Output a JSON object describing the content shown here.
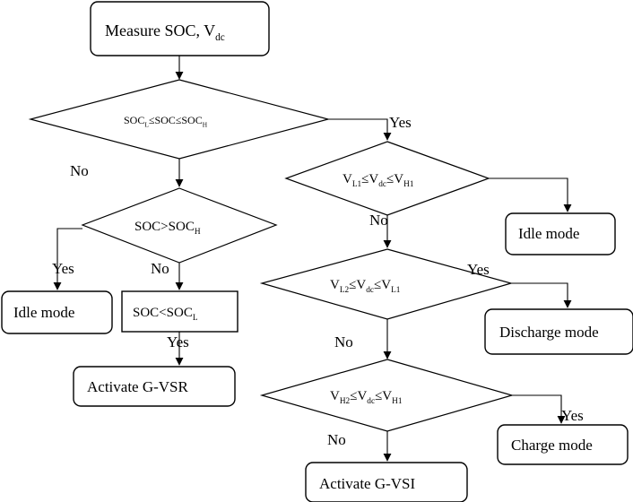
{
  "nodes": {
    "measure": {
      "parts": [
        {
          "t": "Measure SOC, V"
        },
        {
          "t": "dc",
          "sub": true
        }
      ]
    },
    "decision_soc_range": {
      "parts": [
        {
          "t": "SOC"
        },
        {
          "t": "L",
          "sub": true
        },
        {
          "t": "≤SOC≤SOC"
        },
        {
          "t": "H",
          "sub": true
        }
      ]
    },
    "decision_soc_high": {
      "parts": [
        {
          "t": "SOC>SOC"
        },
        {
          "t": "H",
          "sub": true
        }
      ]
    },
    "idle_mode_left": {
      "parts": [
        {
          "t": "Idle mode"
        }
      ]
    },
    "soc_low_box": {
      "parts": [
        {
          "t": "SOC<SOC"
        },
        {
          "t": "L",
          "sub": true
        }
      ]
    },
    "activate_gvsr": {
      "parts": [
        {
          "t": "Activate G-VSR"
        }
      ]
    },
    "decision_v1": {
      "parts": [
        {
          "t": "V"
        },
        {
          "t": "L1",
          "sub": true
        },
        {
          "t": "≤V"
        },
        {
          "t": "dc",
          "sub": true
        },
        {
          "t": "≤V"
        },
        {
          "t": "H1",
          "sub": true
        }
      ]
    },
    "idle_mode_right": {
      "parts": [
        {
          "t": "Idle mode"
        }
      ]
    },
    "decision_v2": {
      "parts": [
        {
          "t": "V"
        },
        {
          "t": "L2",
          "sub": true
        },
        {
          "t": "≤V"
        },
        {
          "t": "dc",
          "sub": true
        },
        {
          "t": "≤V"
        },
        {
          "t": "L1",
          "sub": true
        }
      ]
    },
    "discharge_mode": {
      "parts": [
        {
          "t": "Discharge mode"
        }
      ]
    },
    "decision_v3": {
      "parts": [
        {
          "t": "V"
        },
        {
          "t": "H2",
          "sub": true
        },
        {
          "t": "≤V"
        },
        {
          "t": "dc",
          "sub": true
        },
        {
          "t": "≤V"
        },
        {
          "t": "H1",
          "sub": true
        }
      ]
    },
    "charge_mode": {
      "parts": [
        {
          "t": "Charge mode"
        }
      ]
    },
    "activate_gvsi": {
      "parts": [
        {
          "t": "Activate G-VSI"
        }
      ]
    }
  },
  "edge_labels": {
    "yes_1": "Yes",
    "no_1": "No",
    "yes_2": "Yes",
    "no_2": "No",
    "yes_3": "Yes",
    "no_3": "No",
    "yes_4": "Yes",
    "no_4": "No",
    "yes_5": "Yes",
    "no_5": "No"
  }
}
